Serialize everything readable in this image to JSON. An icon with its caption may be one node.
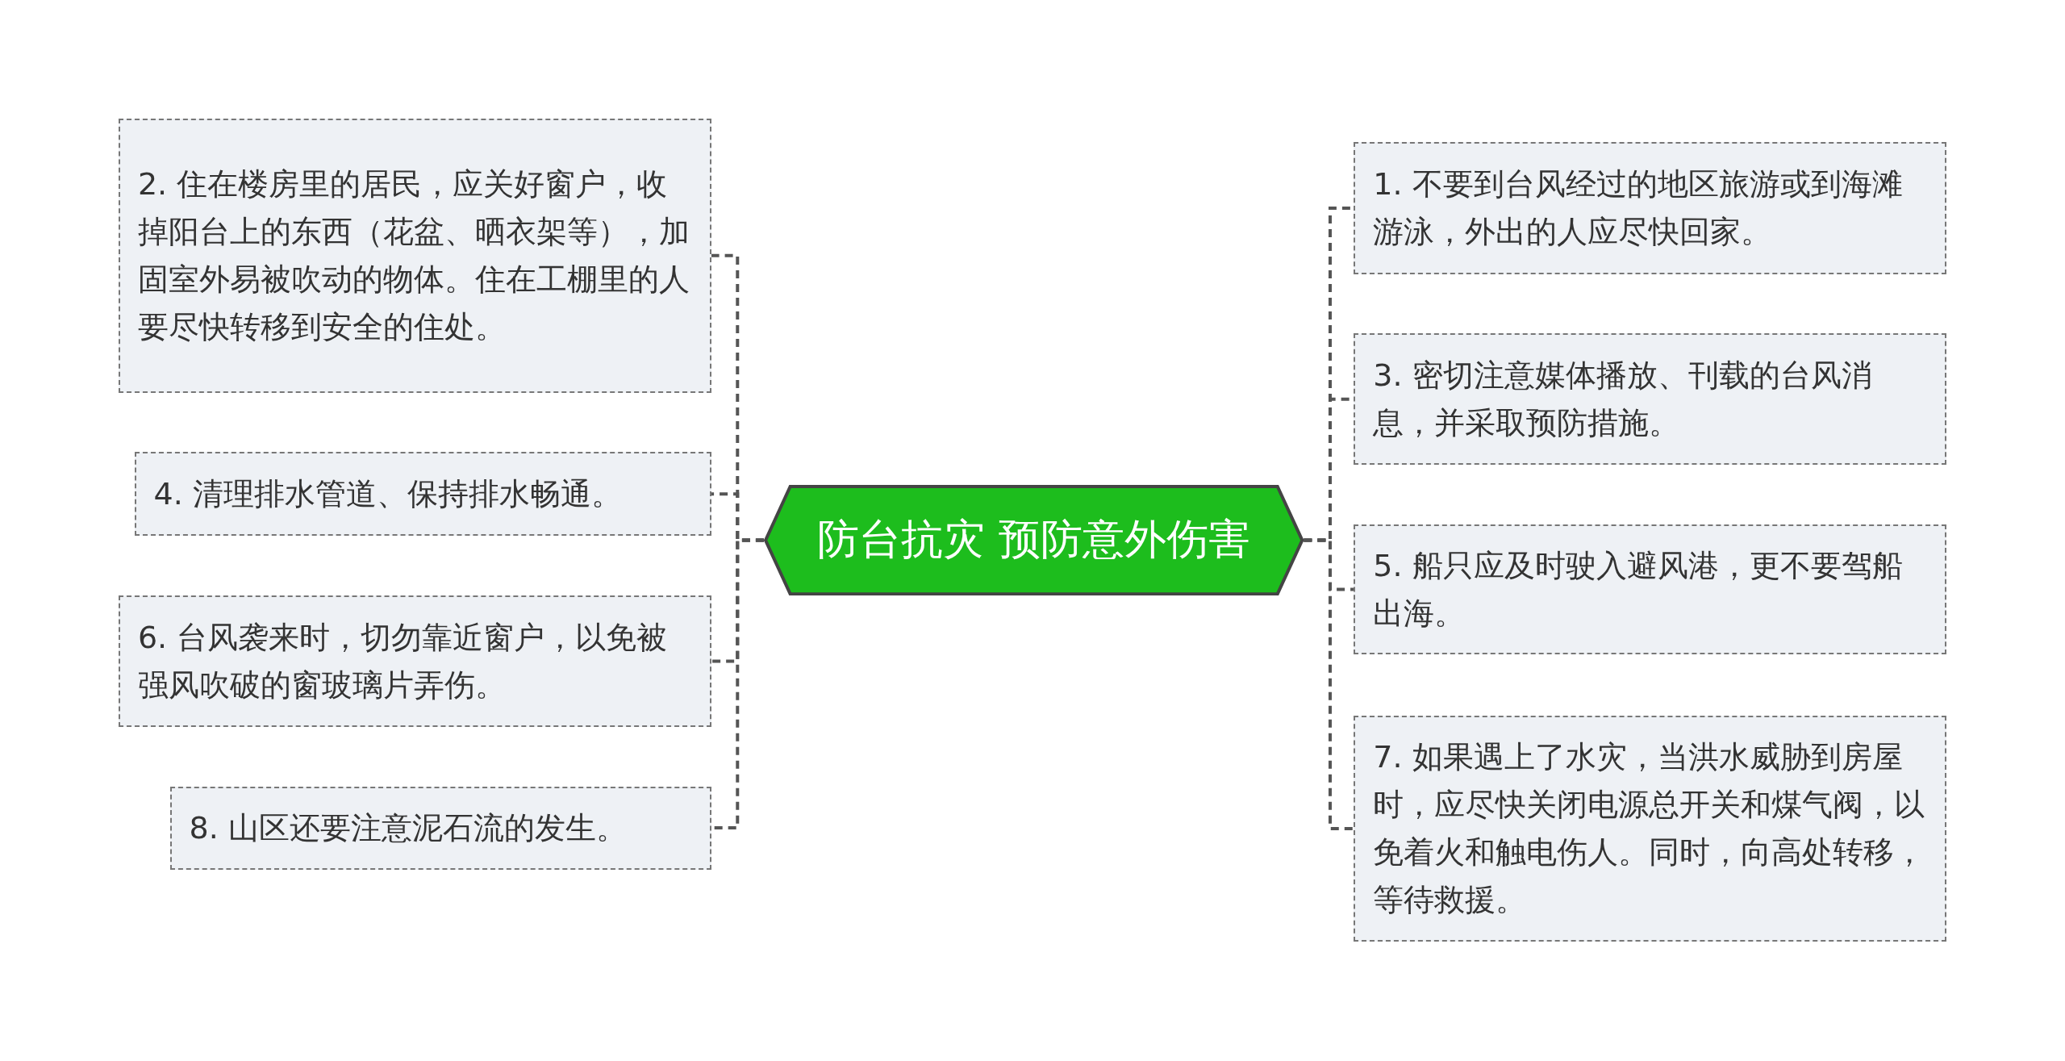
{
  "diagram": {
    "nodes": [
      {
        "text": [
          "防台抗灾 预防意外伤害"
        ]
      },
      {
        "text": [
          "2. 住在楼房里的居民，应关好窗户，收掉阳台上的东西（花盆、晒衣架等），加固室外易被吹动的物体。住在工棚里的人要尽快转移到安全的住处。"
        ]
      },
      {
        "text": [
          "4. 清理排水管道、保持排水畅通。"
        ]
      },
      {
        "text": [
          "6. 台风袭来时，切勿靠近窗户，以免被强风吹破的窗玻璃片弄伤。"
        ]
      },
      {
        "text": [
          "8. 山区还要注意泥石流的发生。"
        ]
      },
      {
        "text": [
          "1. 不要到台风经过的地区旅游或到海滩游泳，外出的人应尽快回家。"
        ]
      },
      {
        "text": [
          "3. 密切注意媒体播放、刊载的台风消息，并采取预防措施。"
        ]
      },
      {
        "text": [
          "5. 船只应及时驶入避风港，更不要驾船出海。"
        ]
      },
      {
        "text": [
          "7. 如果遇上了水灾，当洪水威胁到房屋时，应尽快关闭电源总开关和煤气阀，以免着火和触电伤人。同时，向高处转移，等待救援。"
        ]
      }
    ],
    "edges": [
      {
        "from": 0,
        "to": 1,
        "arrow": "none"
      },
      {
        "from": 0,
        "to": 2,
        "arrow": "none"
      },
      {
        "from": 0,
        "to": 3,
        "arrow": "none"
      },
      {
        "from": 0,
        "to": 4,
        "arrow": "none"
      },
      {
        "from": 0,
        "to": 5,
        "arrow": "none"
      },
      {
        "from": 0,
        "to": 6,
        "arrow": "none"
      },
      {
        "from": 0,
        "to": 7,
        "arrow": "none"
      },
      {
        "from": 0,
        "to": 8,
        "arrow": "none"
      }
    ]
  }
}
